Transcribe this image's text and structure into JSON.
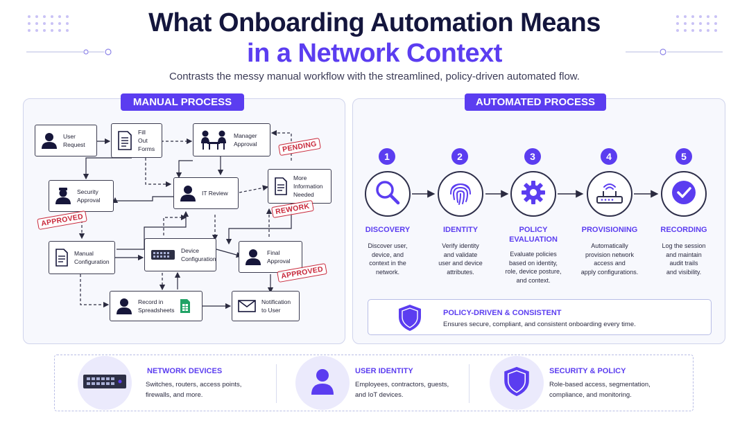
{
  "header": {
    "title_line1": "What Onboarding Automation Means",
    "title_line2": "in a Network Context",
    "subtitle": "Contrasts the messy manual workflow with the streamlined, policy-driven automated flow."
  },
  "manual": {
    "label": "MANUAL PROCESS",
    "nodes": {
      "user_request": "User\nRequest",
      "fill_forms": "Fill Out\nForms",
      "manager_approval": "Manager\nApproval",
      "security_approval": "Security\nApproval",
      "it_review": "IT Review",
      "more_info": "More\nInformation\nNeeded",
      "manual_config": "Manual\nConfiguration",
      "device_config": "Device\nConfiguration",
      "final_approval": "Final\nApproval",
      "record_spreadsheets": "Record in\nSpreadsheets",
      "notification": "Notification\nto User"
    },
    "stamps": {
      "pending": "PENDING",
      "rework": "REWORK",
      "approved_1": "APPROVED",
      "approved_2": "APPROVED"
    }
  },
  "automated": {
    "label": "AUTOMATED PROCESS",
    "steps": [
      {
        "num": "1",
        "title": "DISCOVERY",
        "desc": "Discover user,\ndevice, and\ncontext in the\nnetwork.",
        "icon": "magnifier-icon"
      },
      {
        "num": "2",
        "title": "IDENTITY",
        "desc": "Verify identity\nand validate\nuser and device\nattributes.",
        "icon": "fingerprint-icon"
      },
      {
        "num": "3",
        "title": "POLICY\nEVALUATION",
        "desc": "Evaluate policies\nbased on identity,\nrole, device posture,\nand context.",
        "icon": "gear-icon"
      },
      {
        "num": "4",
        "title": "PROVISIONING",
        "desc": "Automatically\nprovision network\naccess and\napply configurations.",
        "icon": "router-icon"
      },
      {
        "num": "5",
        "title": "RECORDING",
        "desc": "Log the session\nand maintain\naudit trails\nand visibility.",
        "icon": "check-circle-icon"
      }
    ],
    "policy_box": {
      "title": "POLICY-DRIVEN & CONSISTENT",
      "desc": "Ensures secure, compliant, and consistent onboarding every time."
    }
  },
  "categories": [
    {
      "title": "NETWORK DEVICES",
      "desc": "Switches, routers, access points,\nfirewalls, and more.",
      "icon": "switch-icon"
    },
    {
      "title": "USER IDENTITY",
      "desc": "Employees, contractors, guests,\nand IoT devices.",
      "icon": "user-icon"
    },
    {
      "title": "SECURITY & POLICY",
      "desc": "Role-based access, segmentation,\ncompliance, and monitoring.",
      "icon": "shield-icon"
    }
  ],
  "colors": {
    "accent": "#5b3df0",
    "navy": "#14163d",
    "stamp_red": "#c9283a",
    "sheet_green": "#21a366"
  }
}
